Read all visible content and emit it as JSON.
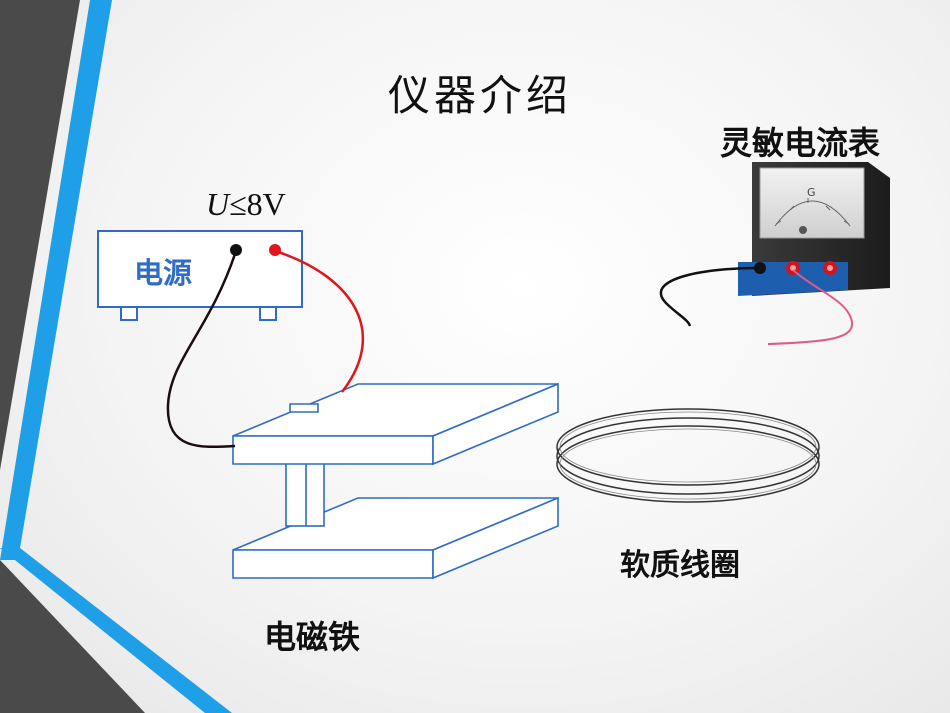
{
  "slide": {
    "title": "仪器介绍"
  },
  "power_supply": {
    "label": "电源",
    "voltage_symbol": "U",
    "voltage_rest": "≤8V"
  },
  "galvanometer": {
    "label": "灵敏电流表",
    "dial_letter": "G"
  },
  "coil": {
    "label": "软质线圈"
  },
  "electromagnet": {
    "label": "电磁铁"
  },
  "colors": {
    "stripe_blue": "#1f9fe8",
    "stripe_dark": "#4a4a4a",
    "outline_blue": "#2f6bc8",
    "wire_red": "#e0151d",
    "wire_black": "#1a0d0d",
    "wire_pink": "#e05a86"
  }
}
